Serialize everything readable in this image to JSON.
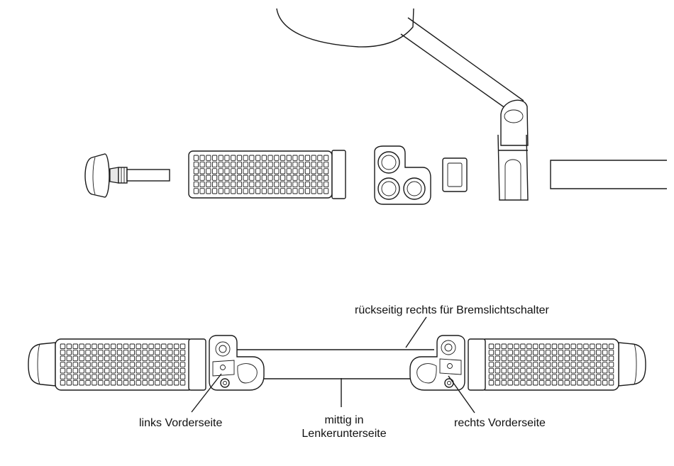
{
  "labels": {
    "rear_right": "rückseitig rechts für Bremslichtschalter",
    "left_front": "links Vorderseite",
    "center_line1": "mittig in",
    "center_line2": "Lenkerunterseite",
    "right_front": "rechts Vorderseite"
  }
}
